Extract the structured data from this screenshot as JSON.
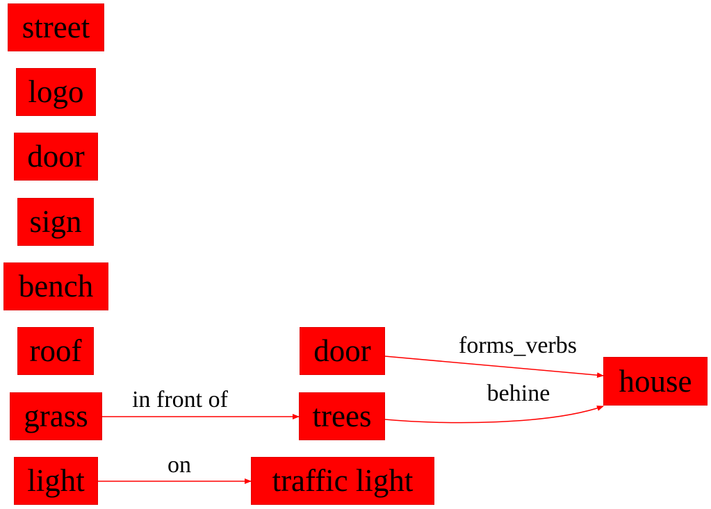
{
  "colors": {
    "node_fill": "#ff0000",
    "edge": "#ff0000",
    "text": "#000000"
  },
  "nodes": {
    "street": "street",
    "logo": "logo",
    "door_left": "door",
    "sign": "sign",
    "bench": "bench",
    "roof": "roof",
    "grass": "grass",
    "light": "light",
    "door_mid": "door",
    "trees": "trees",
    "traffic_light": "traffic light",
    "house": "house"
  },
  "edges": {
    "grass_trees": "in front of",
    "light_traffic_light": "on",
    "door_house": "forms_verbs",
    "trees_house": "behine"
  }
}
